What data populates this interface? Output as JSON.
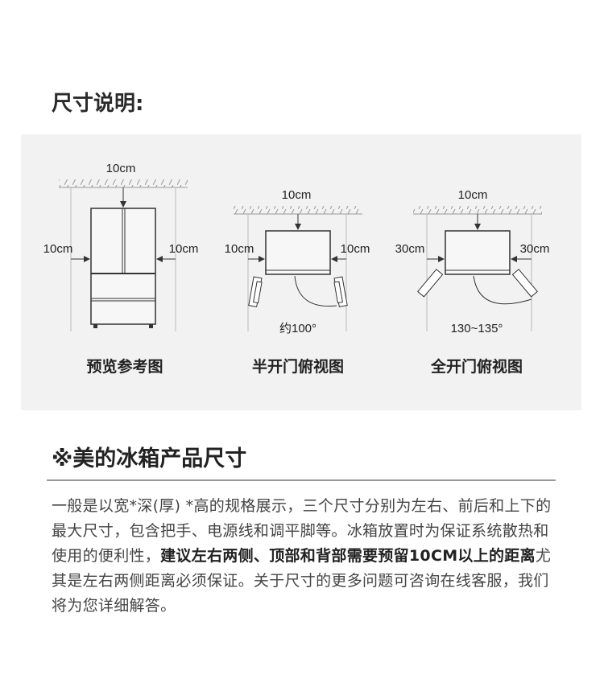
{
  "title": "尺寸说明:",
  "diagrams": [
    {
      "top": "10cm",
      "left": "10cm",
      "right": "10cm",
      "angle": "",
      "caption": "预览参考图"
    },
    {
      "top": "10cm",
      "left": "10cm",
      "right": "10cm",
      "angle": "约100°",
      "caption": "半开门俯视图"
    },
    {
      "top": "10cm",
      "left": "30cm",
      "right": "30cm",
      "angle": "130~135°",
      "caption": "全开门俯视图"
    }
  ],
  "section_title": "※美的冰箱产品尺寸",
  "paragraph": {
    "part1": "一般是以宽*深(厚) *高的规格展示，三个尺寸分别为左右、前后和上下的最大尺寸，包含把手、电源线和调平脚等。冰箱放置时为保证系统散热和使用的便利性，",
    "bold": "建议左右两侧、顶部和背部需要预留10CM以上的距离",
    "part2": "尤其是左右两侧距离必须保证。关于尺寸的更多问题可咨询在线客服，我们将为您详细解答。"
  }
}
